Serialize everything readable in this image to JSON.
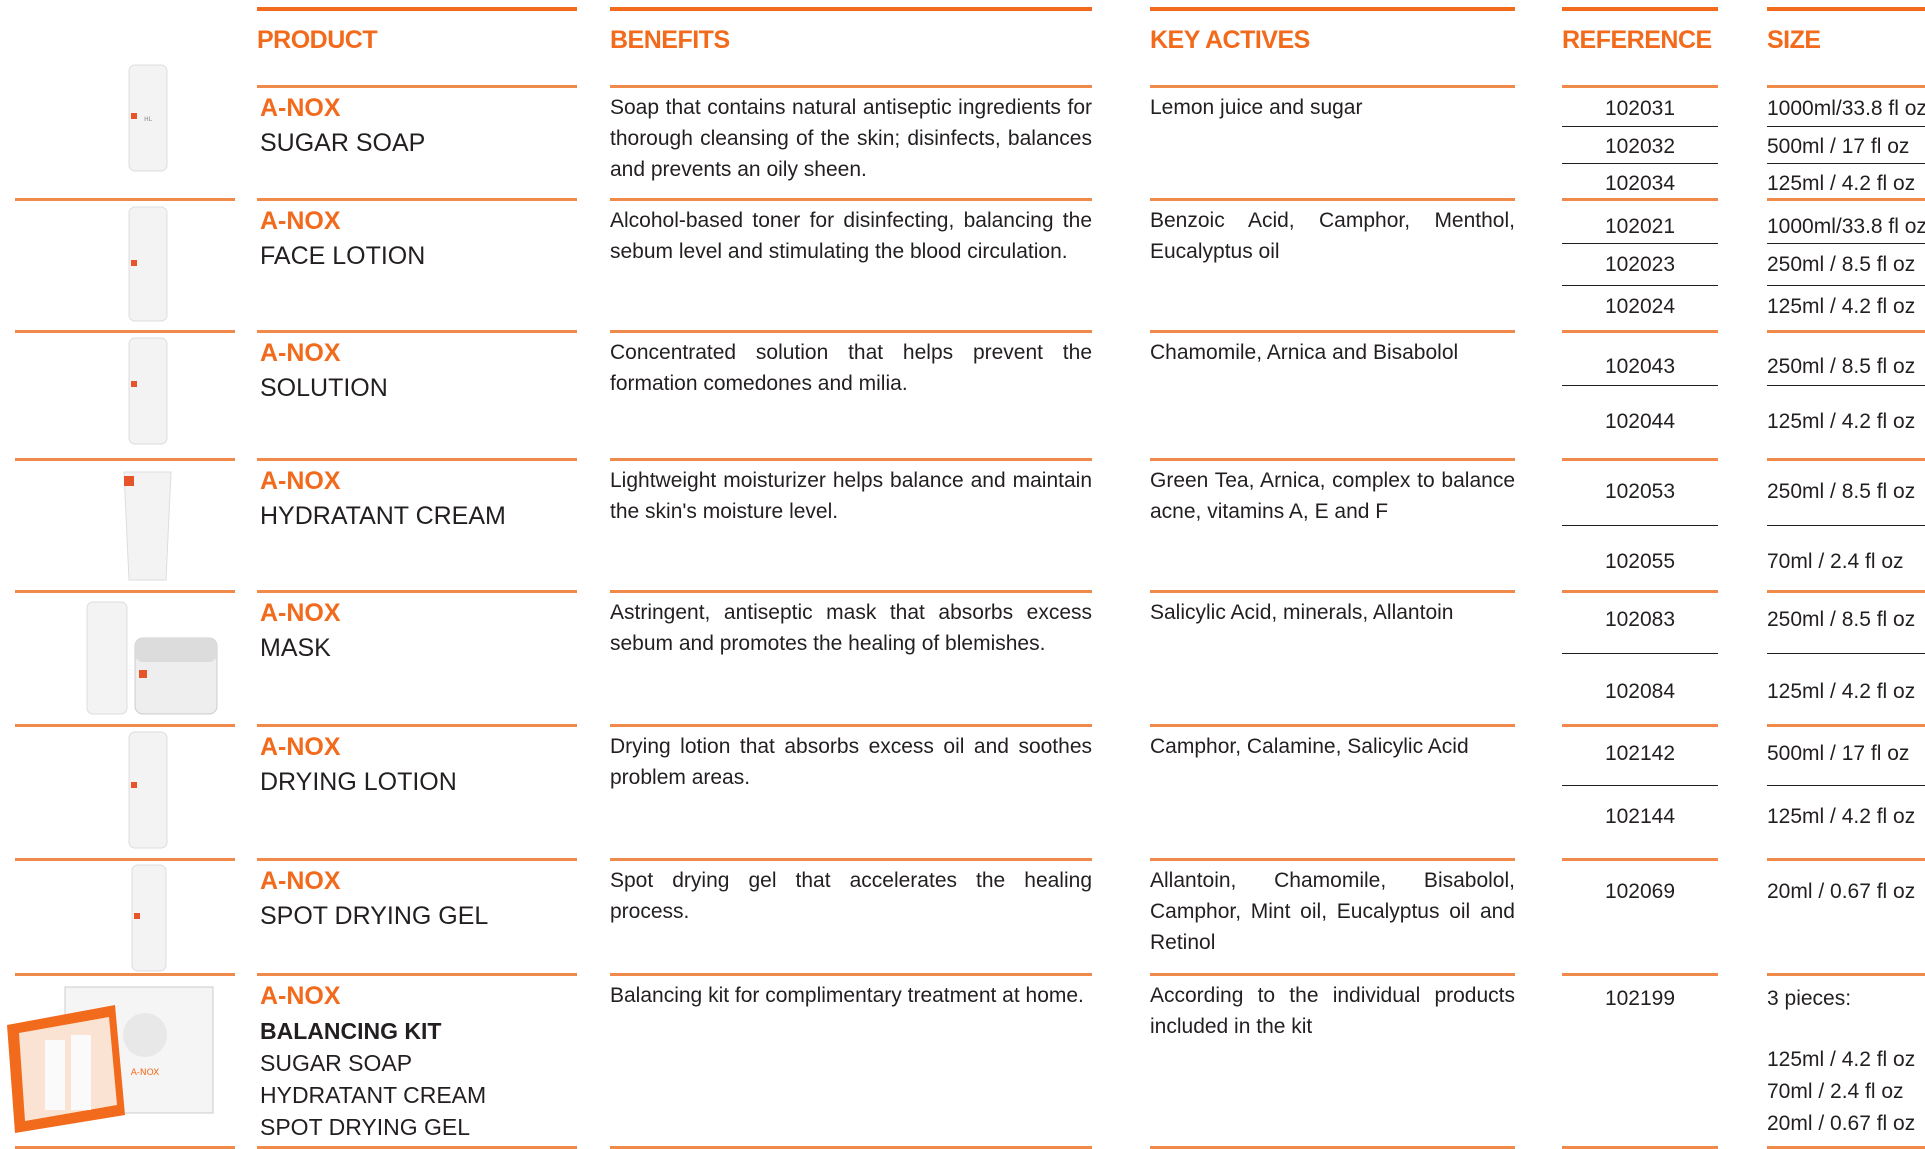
{
  "headers": {
    "product": "PRODUCT",
    "benefits": "BENEFITS",
    "key_actives": "KEY ACTIVES",
    "reference": "REFERENCE",
    "size": "SIZE"
  },
  "products": [
    {
      "brand": "A-NOX",
      "name": "SUGAR SOAP",
      "benefits": "Soap that contains natural antiseptic ingredients for thorough cleansing of the skin; disinfects, balances and prevents an oily sheen.",
      "actives": "Lemon juice and sugar",
      "refs": [
        "102031",
        "102032",
        "102034"
      ],
      "sizes": [
        "1000ml/33.8 fl oz",
        "500ml  /  17 fl oz",
        "125ml  /  4.2 fl oz"
      ]
    },
    {
      "brand": "A-NOX",
      "name": "FACE LOTION",
      "benefits": "Alcohol-based toner for disinfecting, balancing the sebum level and stimulating the blood circulation.",
      "actives": "Benzoic Acid, Camphor, Menthol, Eucalyptus oil",
      "refs": [
        "102021",
        "102023",
        "102024"
      ],
      "sizes": [
        "1000ml/33.8 fl oz",
        "250ml  /  8.5 fl oz",
        "125ml  /  4.2 fl oz"
      ]
    },
    {
      "brand": "A-NOX",
      "name": "SOLUTION",
      "benefits": "Concentrated solution that helps prevent the formation comedones and milia.",
      "actives": "Chamomile, Arnica and Bisabolol",
      "refs": [
        "102043",
        "102044"
      ],
      "sizes": [
        "250ml  /  8.5 fl oz",
        "125ml  /  4.2 fl oz"
      ]
    },
    {
      "brand": "A-NOX",
      "name": "HYDRATANT CREAM",
      "benefits": "Lightweight moisturizer helps balance and maintain the skin's moisture level.",
      "actives": "Green Tea, Arnica, complex to balance acne, vitamins A, E and F",
      "refs": [
        "102053",
        "102055"
      ],
      "sizes": [
        "250ml  /  8.5 fl oz",
        "70ml  /  2.4 fl oz"
      ]
    },
    {
      "brand": "A-NOX",
      "name": "MASK",
      "benefits": "Astringent, antiseptic mask that absorbs excess sebum and promotes the healing of blemishes.",
      "actives": "Salicylic Acid, minerals, Allantoin",
      "refs": [
        "102083",
        "102084"
      ],
      "sizes": [
        "250ml  /  8.5 fl oz",
        "125ml  /  4.2 fl oz"
      ]
    },
    {
      "brand": "A-NOX",
      "name": "DRYING LOTION",
      "benefits": "Drying lotion that absorbs excess oil and soothes problem areas.",
      "actives": "Camphor, Calamine, Salicylic Acid",
      "refs": [
        "102142",
        "102144"
      ],
      "sizes": [
        "500ml  /  17 fl oz",
        "125ml  /  4.2 fl oz"
      ]
    },
    {
      "brand": "A-NOX",
      "name": "SPOT DRYING GEL",
      "benefits": "Spot drying gel that accelerates the healing process.",
      "actives": "Allantoin, Chamomile, Bisabolol, Camphor, Mint oil, Eucalyptus oil and Retinol",
      "refs": [
        "102069"
      ],
      "sizes": [
        "20ml  /  0.67 fl oz"
      ]
    },
    {
      "brand": "A-NOX",
      "name": "BALANCING KIT",
      "kit_items": [
        "SUGAR SOAP",
        "HYDRATANT CREAM",
        "SPOT DRYING GEL"
      ],
      "benefits": "Balancing kit for complimentary treatment at home.",
      "actives": "According to the individual products included in the kit",
      "refs": [
        "102199"
      ],
      "sizes": [
        "3 pieces:",
        "125ml / 4.2 fl oz",
        "70ml / 2.4 fl oz",
        "20ml / 0.67 fl oz"
      ]
    }
  ],
  "image_labels": {
    "hl": "HL",
    "anox": "A-NOX"
  },
  "colors": {
    "accent": "#f26b1d",
    "text": "#231f20",
    "rule": "#f08a4b"
  }
}
